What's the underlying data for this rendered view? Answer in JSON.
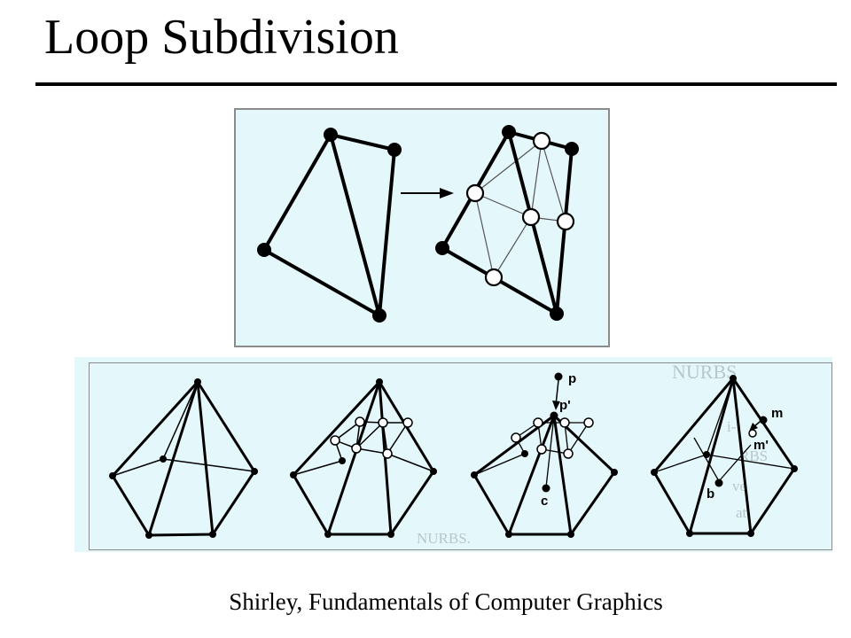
{
  "title": "Loop Subdivision",
  "caption": "Shirley, Fundamentals of Computer Graphics",
  "colors": {
    "panel_bg": "#e4f7fb",
    "panel_border": "#8b8b8b",
    "ink": "#000000"
  },
  "figure_labels": {
    "p": "p",
    "p_prime": "p'",
    "c": "c",
    "m": "m",
    "m_prime": "m'",
    "b": "b"
  },
  "background_text": {
    "heading": "NURBS",
    "lines": [
      "i-",
      "RBS",
      "ve",
      "at",
      "NURBS."
    ]
  }
}
